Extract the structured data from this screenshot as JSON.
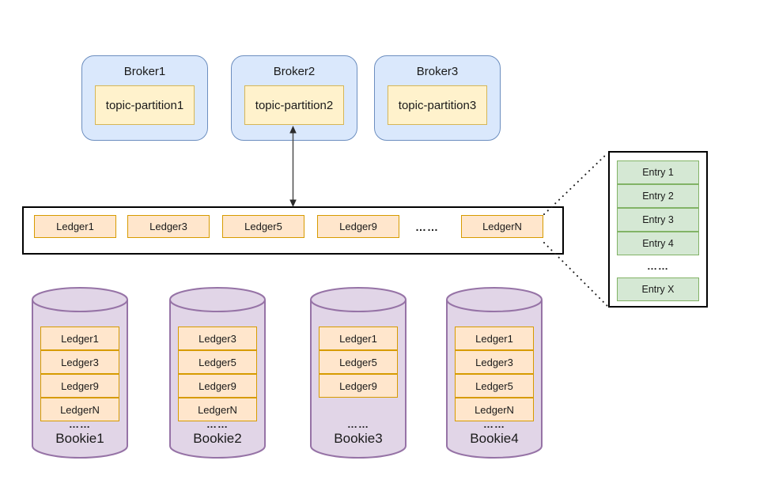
{
  "brokers": [
    {
      "label": "Broker1",
      "partition": "topic-partition1"
    },
    {
      "label": "Broker2",
      "partition": "topic-partition2"
    },
    {
      "label": "Broker3",
      "partition": "topic-partition3"
    }
  ],
  "ledger_row": {
    "ledgers": [
      "Ledger1",
      "Ledger3",
      "Ledger5",
      "Ledger9"
    ],
    "ellipsis": "……",
    "last": "LedgerN"
  },
  "entry_panel": {
    "entries": [
      "Entry 1",
      "Entry 2",
      "Entry 3",
      "Entry 4"
    ],
    "ellipsis": "……",
    "last": "Entry X"
  },
  "bookies": [
    {
      "label": "Bookie1",
      "ledgers": [
        "Ledger1",
        "Ledger3",
        "Ledger9",
        "LedgerN"
      ],
      "ellipsis": "……"
    },
    {
      "label": "Bookie2",
      "ledgers": [
        "Ledger3",
        "Ledger5",
        "Ledger9",
        "LedgerN"
      ],
      "ellipsis": "……"
    },
    {
      "label": "Bookie3",
      "ledgers": [
        "Ledger1",
        "Ledger5",
        "Ledger9"
      ],
      "ellipsis": "……"
    },
    {
      "label": "Bookie4",
      "ledgers": [
        "Ledger1",
        "Ledger3",
        "Ledger5",
        "LedgerN"
      ],
      "ellipsis": "……"
    }
  ],
  "colors": {
    "broker_fill": "#dae8fc",
    "broker_stroke": "#6c8ebf",
    "partition_fill": "#fff2cc",
    "partition_stroke": "#d6b656",
    "ledger_fill": "#ffe6cc",
    "ledger_stroke": "#d79b00",
    "entry_fill": "#d5e8d4",
    "entry_stroke": "#82b366",
    "bookie_fill": "#e1d5e7",
    "bookie_stroke": "#9673a6",
    "frame_stroke": "#000000",
    "arrow_stroke": "#4d4d4d"
  }
}
